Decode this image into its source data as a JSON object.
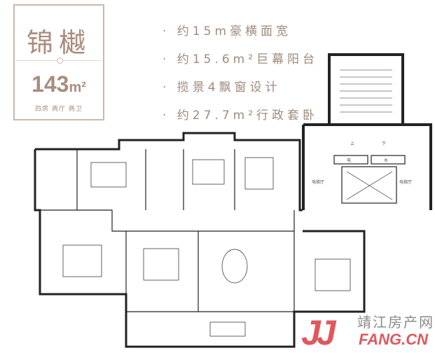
{
  "unit_card": {
    "name": "锦樾",
    "area": "143",
    "area_unit": "m²",
    "rooms": "四房 两厅 两卫"
  },
  "features": [
    "· 约15m豪横面宽",
    "· 约15.6m²巨幕阳台",
    "· 揽景4飘窗设计",
    "· 约27.7m²行政套卧"
  ],
  "core_labels": {
    "up": "上",
    "down": "下",
    "electric_shaft": "电",
    "water_shaft": "水",
    "elevator_hall_left": "电梯厅",
    "elevator_hall_right": "电梯厅"
  },
  "watermark": {
    "initials": "JJ",
    "name": "靖江房产网",
    "domain": "FANG.CN"
  },
  "colors": {
    "accent": "#a88e7e",
    "logo_red": "#e0585f"
  }
}
